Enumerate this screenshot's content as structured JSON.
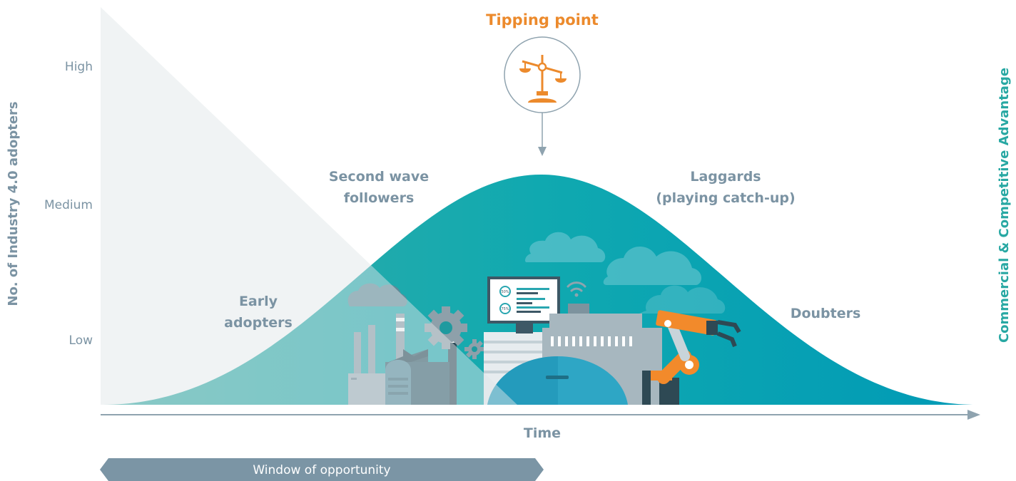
{
  "diagram": {
    "title": "Tipping point",
    "y_axis_label": "No. of Industry 4.0 adopters",
    "secondary_axis_label": "Commercial & Competitive Advantage",
    "x_axis_label": "Time",
    "y_levels": [
      "High",
      "Medium",
      "Low"
    ],
    "stages": {
      "early": [
        "Early",
        "adopters"
      ],
      "second_wave": [
        "Second wave",
        "followers"
      ],
      "laggards": [
        "Laggards",
        "(playing catch-up)"
      ],
      "doubters": "Doubters"
    },
    "window_label": "Window of opportunity",
    "dashboard": [
      "50%",
      "75%"
    ],
    "icons": [
      "scale-icon",
      "factory-icon",
      "gear-icon",
      "cloud-icon",
      "wifi-icon",
      "monitor-icon",
      "robot-arm-icon",
      "dome-building-icon"
    ],
    "colors": {
      "accent": "#ec8a2c",
      "curve_left": "#3aaaa6",
      "curve_right": "#009fb2",
      "triangle": "#dfe5e9",
      "label": "#7b93a3",
      "secondary_label": "#28a8a3",
      "window_bar": "#7b95a5"
    }
  }
}
